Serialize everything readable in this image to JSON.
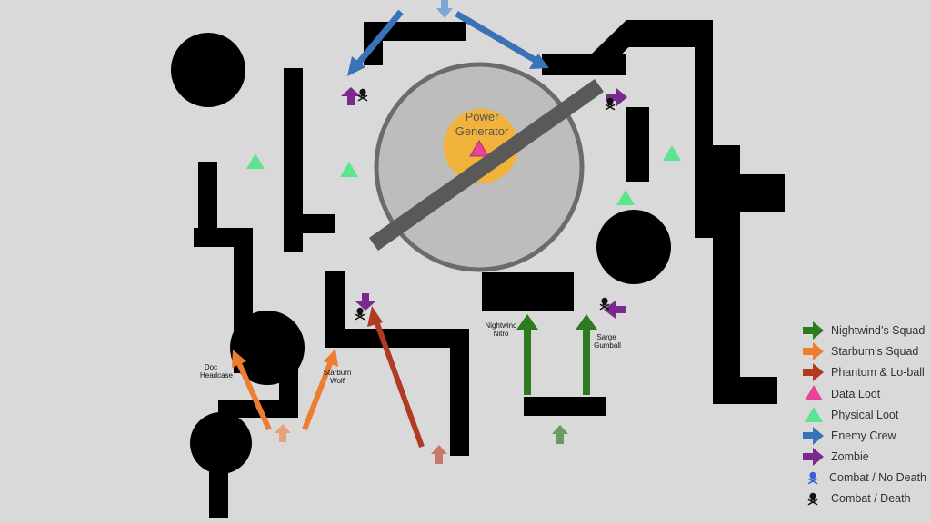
{
  "colors": {
    "background": "#d9d9d9",
    "wall": "#000000",
    "arena_fill": "#bdbdbd",
    "arena_ring": "#6b6b6b",
    "beam": "#595959",
    "generator": "#f2b33d",
    "nightwind": "#2e7a1f",
    "nightwind_light": "#6e9a5e",
    "starburn": "#ed7d31",
    "starburn_light": "#e8a27a",
    "phantom": "#b03a22",
    "phantom_light": "#c9786a",
    "data_loot": "#e8449a",
    "physical_loot": "#5ee38f",
    "enemy_crew": "#3a72b8",
    "enemy_crew_light": "#7fa7d6",
    "zombie": "#7a2a8c",
    "combat_no_death": "#3a5cd6",
    "combat_death": "#111111"
  },
  "labels": {
    "generator_line1": "Power",
    "generator_line2": "Generator",
    "doc_line1": "Doc",
    "doc_line2": "Headcase",
    "starburn_line1": "Starburn",
    "starburn_line2": "Wolf",
    "nightwind_line1": "Nightwind",
    "nightwind_line2": "Nitro",
    "sarge_line1": "Sarge",
    "sarge_line2": "Gumball"
  },
  "legend": [
    {
      "label": "Nightwind’s Squad",
      "icon": "arrow-right-icon",
      "color": "#2e7a1f"
    },
    {
      "label": "Starburn’s Squad",
      "icon": "arrow-right-icon",
      "color": "#ed7d31"
    },
    {
      "label": "Phantom & Lo-ball",
      "icon": "arrow-right-icon",
      "color": "#b03a22"
    },
    {
      "label": "Data Loot",
      "icon": "triangle-icon",
      "color": "#e8449a"
    },
    {
      "label": "Physical Loot",
      "icon": "triangle-icon",
      "color": "#5ee38f"
    },
    {
      "label": "Enemy Crew",
      "icon": "arrow-right-icon",
      "color": "#3a72b8"
    },
    {
      "label": "Zombie",
      "icon": "arrow-right-icon",
      "color": "#7a2a8c"
    },
    {
      "label": "Combat / No Death",
      "icon": "skull-crossbones-icon",
      "color": "#3a5cd6"
    },
    {
      "label": "Combat / Death",
      "icon": "skull-crossbones-icon",
      "color": "#111111"
    }
  ]
}
